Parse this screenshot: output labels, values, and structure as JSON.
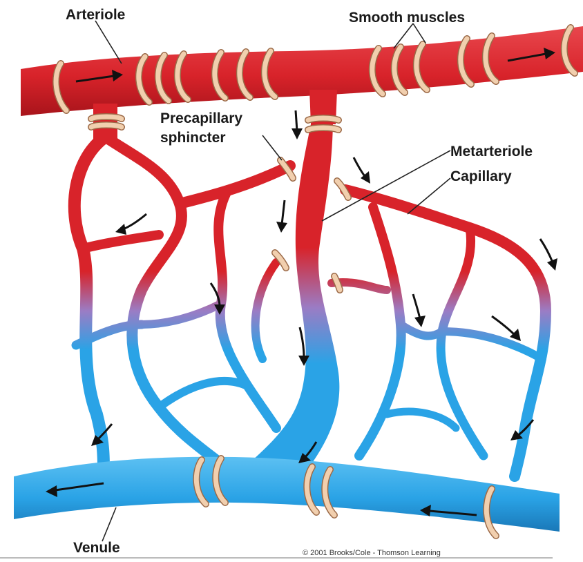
{
  "labels": {
    "arteriole": "Arteriole",
    "smooth_muscles": "Smooth muscles",
    "precapillary_line1": "Precapillary",
    "precapillary_line2": "sphincter",
    "metarteriole": "Metarteriole",
    "capillary": "Capillary",
    "venule": "Venule",
    "copyright": "© 2001 Brooks/Cole - Thomson Learning"
  },
  "colors": {
    "arterial": "#d8232a",
    "arterial_dark": "#a8141b",
    "venous": "#2aa3e6",
    "venous_dark": "#1a78b8",
    "mixed": "#9b7cc4",
    "smooth_muscle": "#f1cfae"
  }
}
